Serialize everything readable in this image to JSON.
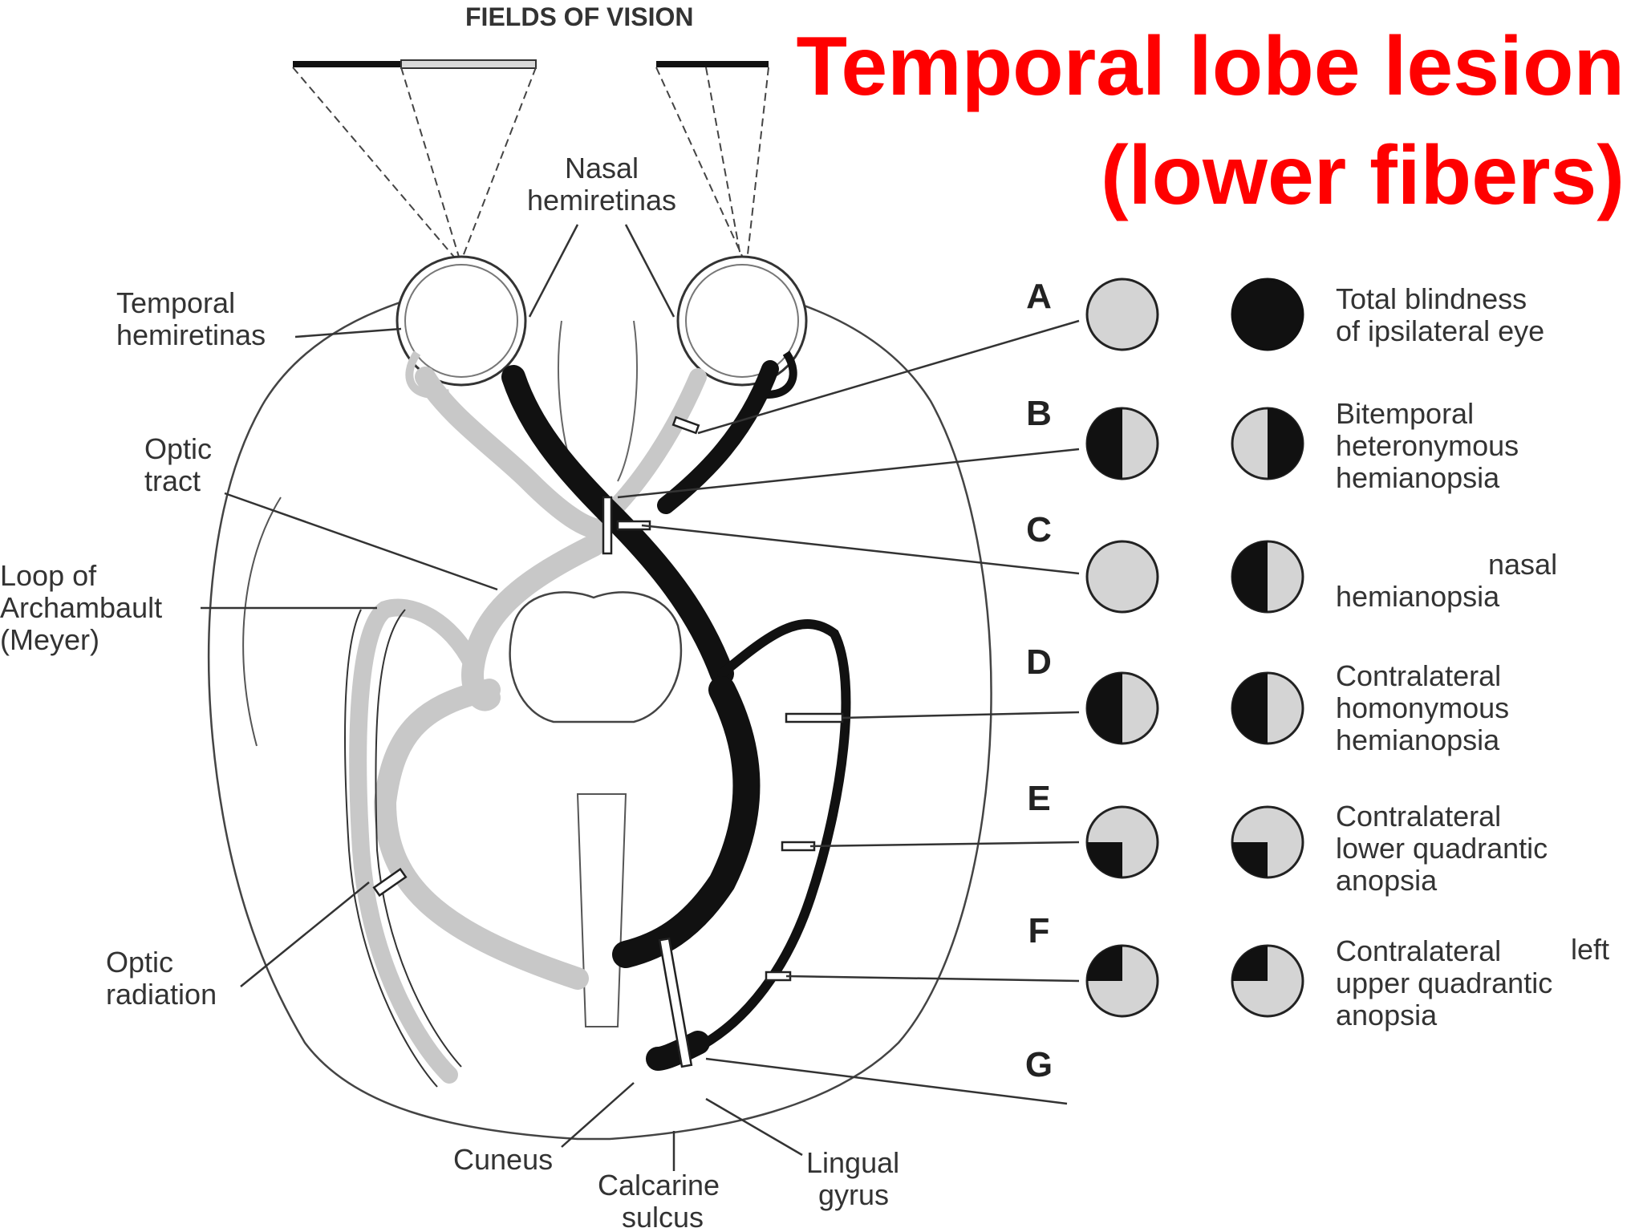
{
  "title": {
    "line1": "Temporal  lobe lesion",
    "line2": "(lower fibers)",
    "color": "#ff0000"
  },
  "header": "FIELDS OF VISION",
  "anatomy_labels": {
    "nasal_1": "Nasal",
    "nasal_2": "hemiretinas",
    "temporal_1": "Temporal",
    "temporal_2": "hemiretinas",
    "optic_tract_1": "Optic",
    "optic_tract_2": "tract",
    "loop_1": "Loop of",
    "loop_2": "Archambault",
    "loop_3": "(Meyer)",
    "radiation_1": "Optic",
    "radiation_2": "radiation",
    "cuneus": "Cuneus",
    "calcarine_1": "Calcarine",
    "calcarine_2": "sulcus",
    "lingual_1": "Lingual",
    "lingual_2": "gyrus"
  },
  "lesions": [
    {
      "letter": "A",
      "desc": [
        "Total blindness",
        "of ipsilateral eye"
      ]
    },
    {
      "letter": "B",
      "desc": [
        "Bitemporal",
        "heteronymous",
        "hemianopsia"
      ]
    },
    {
      "letter": "C",
      "desc": [
        "nasal",
        "hemianopsia"
      ]
    },
    {
      "letter": "D",
      "desc": [
        "Contralateral",
        "homonymous",
        "hemianopsia"
      ]
    },
    {
      "letter": "E",
      "desc": [
        "Contralateral",
        "lower quadrantic",
        "anopsia"
      ]
    },
    {
      "letter": "F",
      "desc": [
        "Contralateral",
        "upper quadrantic",
        "anopsia"
      ],
      "extra": "left"
    },
    {
      "letter": "G",
      "desc": []
    }
  ],
  "colors": {
    "pathway_dark": "#111111",
    "pathway_light": "#c8c8c8",
    "field_gray": "#d4d4d4"
  }
}
